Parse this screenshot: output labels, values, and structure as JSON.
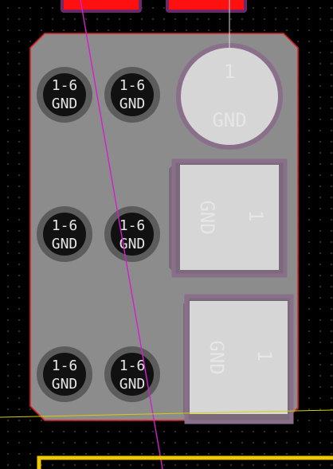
{
  "colors": {
    "background": "#000000",
    "grid_dot": "#3a3a3a",
    "zone_fill": "#8c8c8c",
    "zone_outline": "#e02020",
    "pad_red": "#ff1010",
    "pad_purple_outline": "#6a2a6a",
    "via_ring": "#5c5c5c",
    "via_hole": "#111111",
    "smd_pad": "#d6d6d6",
    "smd_outline": "#8a6f8a",
    "magenta_line": "#d020d0",
    "yellow_line": "#d4d000",
    "yellow_board_edge": "#f0c800",
    "white_line": "#dcdcdc"
  },
  "vias": [
    {
      "net": "GND",
      "layers": "1-6"
    },
    {
      "net": "GND",
      "layers": "1-6"
    },
    {
      "net": "GND",
      "layers": "1-6"
    },
    {
      "net": "GND",
      "layers": "1-6"
    },
    {
      "net": "GND",
      "layers": "1-6"
    },
    {
      "net": "GND",
      "layers": "1-6"
    }
  ],
  "round_pad": {
    "number": "1",
    "net": "GND"
  },
  "smd_pads": [
    {
      "number": "1",
      "net": "GND"
    },
    {
      "number": "1",
      "net": "GND"
    }
  ]
}
